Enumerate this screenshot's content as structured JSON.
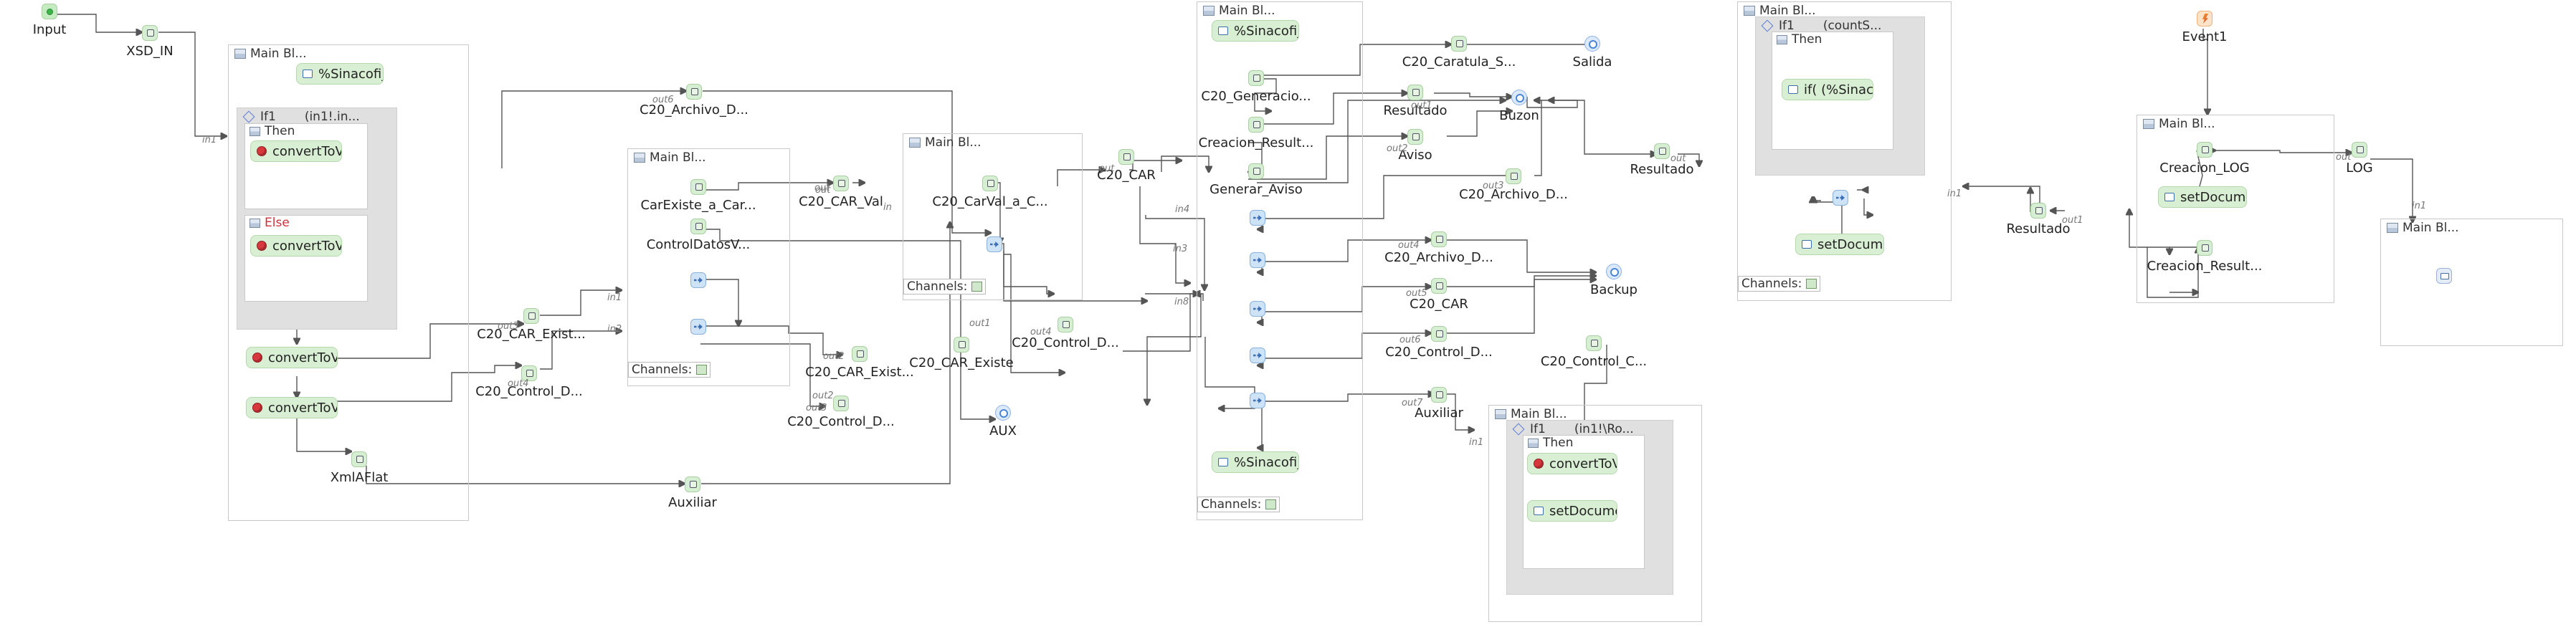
{
  "containers": [
    {
      "id": "main1",
      "title": "Main  Bl..."
    },
    {
      "id": "if1",
      "title": "If1",
      "condition": "(in1!.in..."
    },
    {
      "id": "then1",
      "title": "Then"
    },
    {
      "id": "else1",
      "title": "Else"
    },
    {
      "id": "main2",
      "title": "Main  Bl...",
      "channels": "Channels:"
    },
    {
      "id": "main3",
      "title": "Main  Bl...",
      "channels": "Channels:"
    },
    {
      "id": "main4",
      "title": "Main  Bl...",
      "channels": "Channels:"
    },
    {
      "id": "main5",
      "title": "Main  Bl..."
    },
    {
      "id": "if5",
      "title": "If1",
      "condition": "(in1!\\Ro..."
    },
    {
      "id": "then5",
      "title": "Then"
    },
    {
      "id": "main6",
      "title": "Main  Bl...",
      "channels": "Channels:"
    },
    {
      "id": "if6",
      "title": "If1",
      "condition": "(countS..."
    },
    {
      "id": "then6",
      "title": "Then"
    },
    {
      "id": "main7",
      "title": "Main  Bl..."
    },
    {
      "id": "main8",
      "title": "Main  Bl..."
    }
  ],
  "activities": [
    {
      "id": "a_sin1",
      "label": "%Sinacofi_C",
      "icon": "doc"
    },
    {
      "id": "a_conv1",
      "label": "convertToV(",
      "icon": "red"
    },
    {
      "id": "a_conv2",
      "label": "convertToV(",
      "icon": "red"
    },
    {
      "id": "a_conv3",
      "label": "convertToV(",
      "icon": "red"
    },
    {
      "id": "a_conv4",
      "label": "convertToV(",
      "icon": "red"
    },
    {
      "id": "a_sin2",
      "label": "%Sinacofi_C",
      "icon": "doc"
    },
    {
      "id": "a_sin3",
      "label": "%Sinacofi_C",
      "icon": "doc"
    },
    {
      "id": "a_conv5",
      "label": "convertToV(",
      "icon": "red"
    },
    {
      "id": "a_setdoc1",
      "label": "setDocume",
      "icon": "doc"
    },
    {
      "id": "a_if6",
      "label": "if( (%Sinaco",
      "icon": "doc"
    },
    {
      "id": "a_setdoc2",
      "label": "setDocume",
      "icon": "doc"
    },
    {
      "id": "a_setdoc3",
      "label": "setDocume",
      "icon": "doc"
    }
  ],
  "nodes": [
    {
      "id": "input",
      "label": "Input",
      "kind": "start"
    },
    {
      "id": "xsd_in",
      "label": "XSD_IN",
      "kind": "step"
    },
    {
      "id": "xmlaflat",
      "label": "XmlAFlat",
      "kind": "step"
    },
    {
      "id": "c20ce1",
      "label": "C20_CAR_Exist...",
      "kind": "step"
    },
    {
      "id": "c20ctl1",
      "label": "C20_Control_D...",
      "kind": "step"
    },
    {
      "id": "c20arch1",
      "label": "C20_Archivo_D...",
      "kind": "step"
    },
    {
      "id": "aux1",
      "label": "Auxiliar",
      "kind": "step"
    },
    {
      "id": "carexiste",
      "label": "CarExiste_a_Car...",
      "kind": "step"
    },
    {
      "id": "ctrldatos",
      "label": "ControlDatosV...",
      "kind": "step"
    },
    {
      "id": "m2a",
      "label": "",
      "kind": "mapper"
    },
    {
      "id": "m2b",
      "label": "",
      "kind": "mapper"
    },
    {
      "id": "c20carval",
      "label": "C20_CAR_Val",
      "kind": "step"
    },
    {
      "id": "c20ce2",
      "label": "C20_CAR_Exist...",
      "kind": "step"
    },
    {
      "id": "c20ctl2",
      "label": "C20_Control_D...",
      "kind": "step"
    },
    {
      "id": "carvalac",
      "label": "C20_CarVal_a_C...",
      "kind": "step"
    },
    {
      "id": "m3",
      "label": "",
      "kind": "mapper"
    },
    {
      "id": "c20car1",
      "label": "C20_CAR",
      "kind": "step"
    },
    {
      "id": "c20ctl3",
      "label": "C20_Control_D...",
      "kind": "step"
    },
    {
      "id": "c20carexiste",
      "label": "C20_CAR_Existe",
      "kind": "step"
    },
    {
      "id": "aux_end",
      "label": "AUX",
      "kind": "end"
    },
    {
      "id": "c20gen",
      "label": "C20_Generacio...",
      "kind": "step"
    },
    {
      "id": "creares",
      "label": "Creacion_Result...",
      "kind": "step"
    },
    {
      "id": "generaviso",
      "label": "Generar_Aviso",
      "kind": "step"
    },
    {
      "id": "m4a",
      "label": "",
      "kind": "mapper"
    },
    {
      "id": "m4b",
      "label": "",
      "kind": "mapper"
    },
    {
      "id": "m4c",
      "label": "",
      "kind": "mapper"
    },
    {
      "id": "m4d",
      "label": "",
      "kind": "mapper"
    },
    {
      "id": "m4e",
      "label": "",
      "kind": "mapper"
    },
    {
      "id": "c20carat",
      "label": "C20_Caratula_S...",
      "kind": "step"
    },
    {
      "id": "resultado1",
      "label": "Resultado",
      "kind": "step"
    },
    {
      "id": "aviso",
      "label": "Aviso",
      "kind": "step"
    },
    {
      "id": "c20arch2",
      "label": "C20_Archivo_D...",
      "kind": "step"
    },
    {
      "id": "c20arch3",
      "label": "C20_Archivo_D...",
      "kind": "step"
    },
    {
      "id": "c20car2",
      "label": "C20_CAR",
      "kind": "step"
    },
    {
      "id": "c20ctl4",
      "label": "C20_Control_D...",
      "kind": "step"
    },
    {
      "id": "auxiliar2",
      "label": "Auxiliar",
      "kind": "step"
    },
    {
      "id": "salida",
      "label": "Salida",
      "kind": "end"
    },
    {
      "id": "buzon",
      "label": "Buzon",
      "kind": "end"
    },
    {
      "id": "backup",
      "label": "Backup",
      "kind": "end"
    },
    {
      "id": "c20ctl5",
      "label": "C20_Control_C...",
      "kind": "step"
    },
    {
      "id": "resultado2",
      "label": "Resultado",
      "kind": "step"
    },
    {
      "id": "m6",
      "label": "",
      "kind": "mapper"
    },
    {
      "id": "resultado3",
      "label": "Resultado",
      "kind": "step"
    },
    {
      "id": "event1",
      "label": "Event1",
      "kind": "event"
    },
    {
      "id": "crealog",
      "label": "Creacion_LOG",
      "kind": "step"
    },
    {
      "id": "creares2",
      "label": "Creacion_Result...",
      "kind": "step"
    },
    {
      "id": "log",
      "label": "LOG",
      "kind": "step"
    },
    {
      "id": "email",
      "label": "",
      "kind": "email"
    }
  ],
  "port_labels": [
    "in1",
    "in1",
    "in2",
    "out3",
    "out4",
    "out6",
    "out2",
    "out1",
    "out2",
    "out3",
    "out4",
    "out",
    "in",
    "out",
    "in4",
    "in3",
    "in8",
    "out",
    "out1",
    "out2",
    "out3",
    "out4",
    "out5",
    "out6",
    "out7",
    "in1",
    "out",
    "in1",
    "out1",
    "out",
    "in1"
  ]
}
